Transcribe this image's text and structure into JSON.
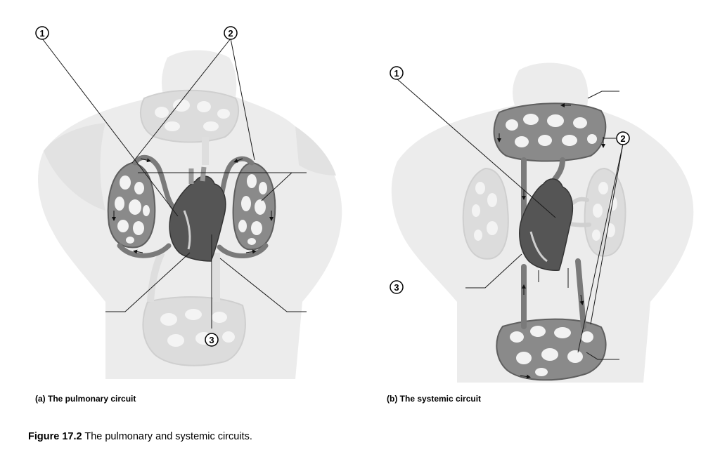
{
  "panels": [
    {
      "id": "a",
      "caption": "(a) The pulmonary circuit",
      "markers": [
        "1",
        "2",
        "3"
      ]
    },
    {
      "id": "b",
      "caption": "(b) The systemic circuit",
      "markers": [
        "1",
        "2",
        "3"
      ]
    }
  ],
  "figure_caption": {
    "number": "Figure 17.2",
    "text": "The pulmonary and systemic circuits."
  },
  "colors": {
    "silhouette": "#e9e9e9",
    "muted_vessels": "#d6d6d6",
    "vessel": "#7a7a7a",
    "heart": "#555555",
    "leader_line": "#1a1a1a"
  }
}
